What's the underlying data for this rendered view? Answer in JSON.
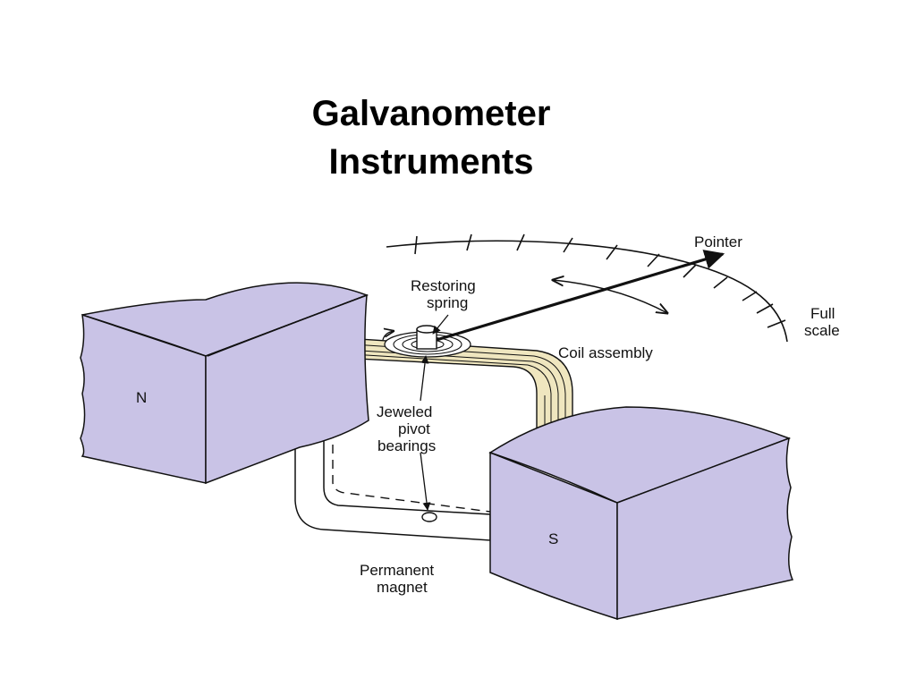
{
  "title": {
    "line1": "Galvanometer",
    "line2": "Instruments"
  },
  "diagram": {
    "labels": {
      "pointer": "Pointer",
      "restoring_spring_1": "Restoring",
      "restoring_spring_2": "spring",
      "full_scale_1": "Full",
      "full_scale_2": "scale",
      "coil_assembly": "Coil assembly",
      "jeweled_1": "Jeweled",
      "jeweled_2": "pivot",
      "jeweled_3": "bearings",
      "permanent_1": "Permanent",
      "permanent_2": "magnet",
      "north_pole": "N",
      "south_pole": "S"
    },
    "colors": {
      "magnet_fill": "#c9c3e6",
      "coil_fill": "#efe6bf",
      "stroke": "#111111"
    }
  }
}
